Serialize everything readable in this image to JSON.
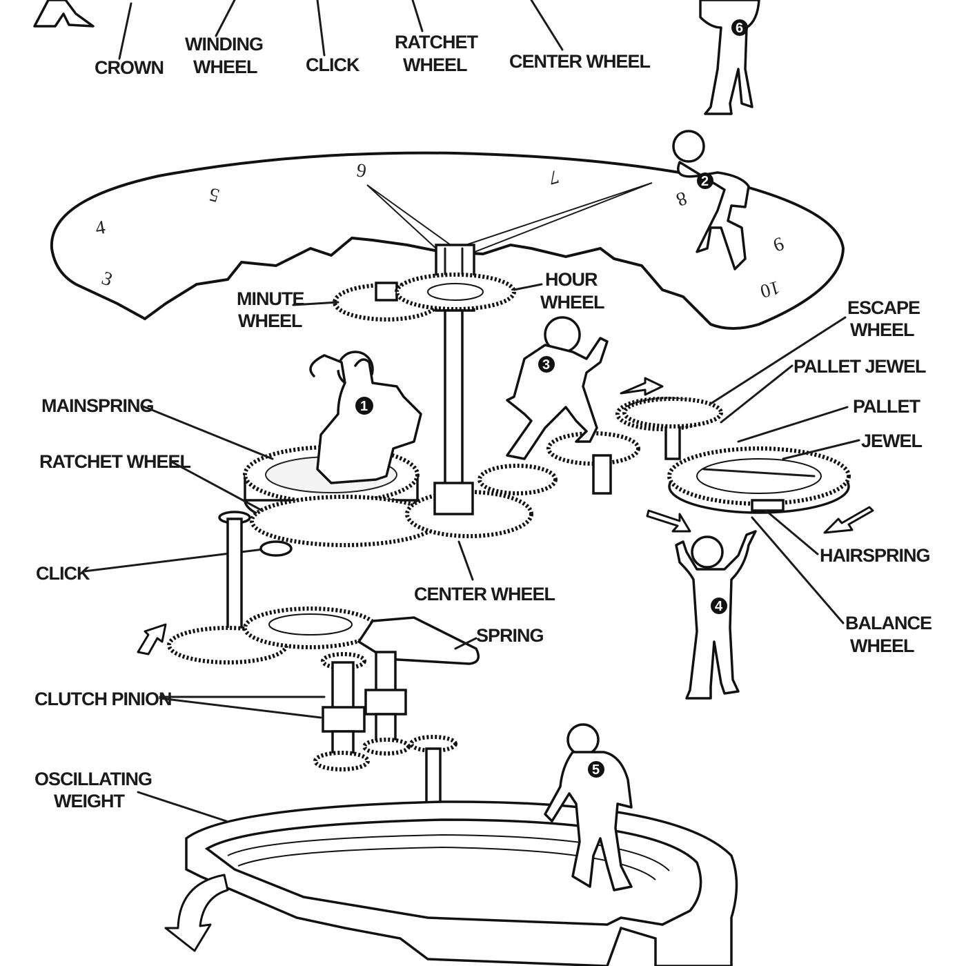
{
  "labels": {
    "crown": "CROWN",
    "winding_wheel": [
      "WINDING",
      "WHEEL"
    ],
    "click_top": "CLICK",
    "ratchet_wheel_top": [
      "RATCHET",
      "WHEEL"
    ],
    "center_wheel_top": "CENTER WHEEL",
    "minute_wheel": [
      "MINUTE",
      "WHEEL"
    ],
    "hour_wheel": [
      "HOUR",
      "WHEEL"
    ],
    "escape_wheel": [
      "ESCAPE",
      "WHEEL"
    ],
    "pallet_jewel": "PALLET JEWEL",
    "pallet": "PALLET",
    "jewel": "JEWEL",
    "mainspring": "MAINSPRING",
    "ratchet_wheel": "RATCHET WHEEL",
    "hairspring": "HAIRSPRING",
    "click": "CLICK",
    "center_wheel": "CENTER WHEEL",
    "balance_wheel": [
      "BALANCE",
      "WHEEL"
    ],
    "spring": "SPRING",
    "clutch_pinion": "CLUTCH PINION",
    "oscillating_weight": [
      "OSCILLATING",
      "WEIGHT"
    ]
  },
  "dial_numerals": [
    "3",
    "4",
    "5",
    "6",
    "7",
    "8",
    "9",
    "10"
  ],
  "figure_numbers": [
    "1",
    "2",
    "3",
    "4",
    "5",
    "6"
  ],
  "colors": {
    "ink": "#111111",
    "paper": "#ffffff"
  }
}
